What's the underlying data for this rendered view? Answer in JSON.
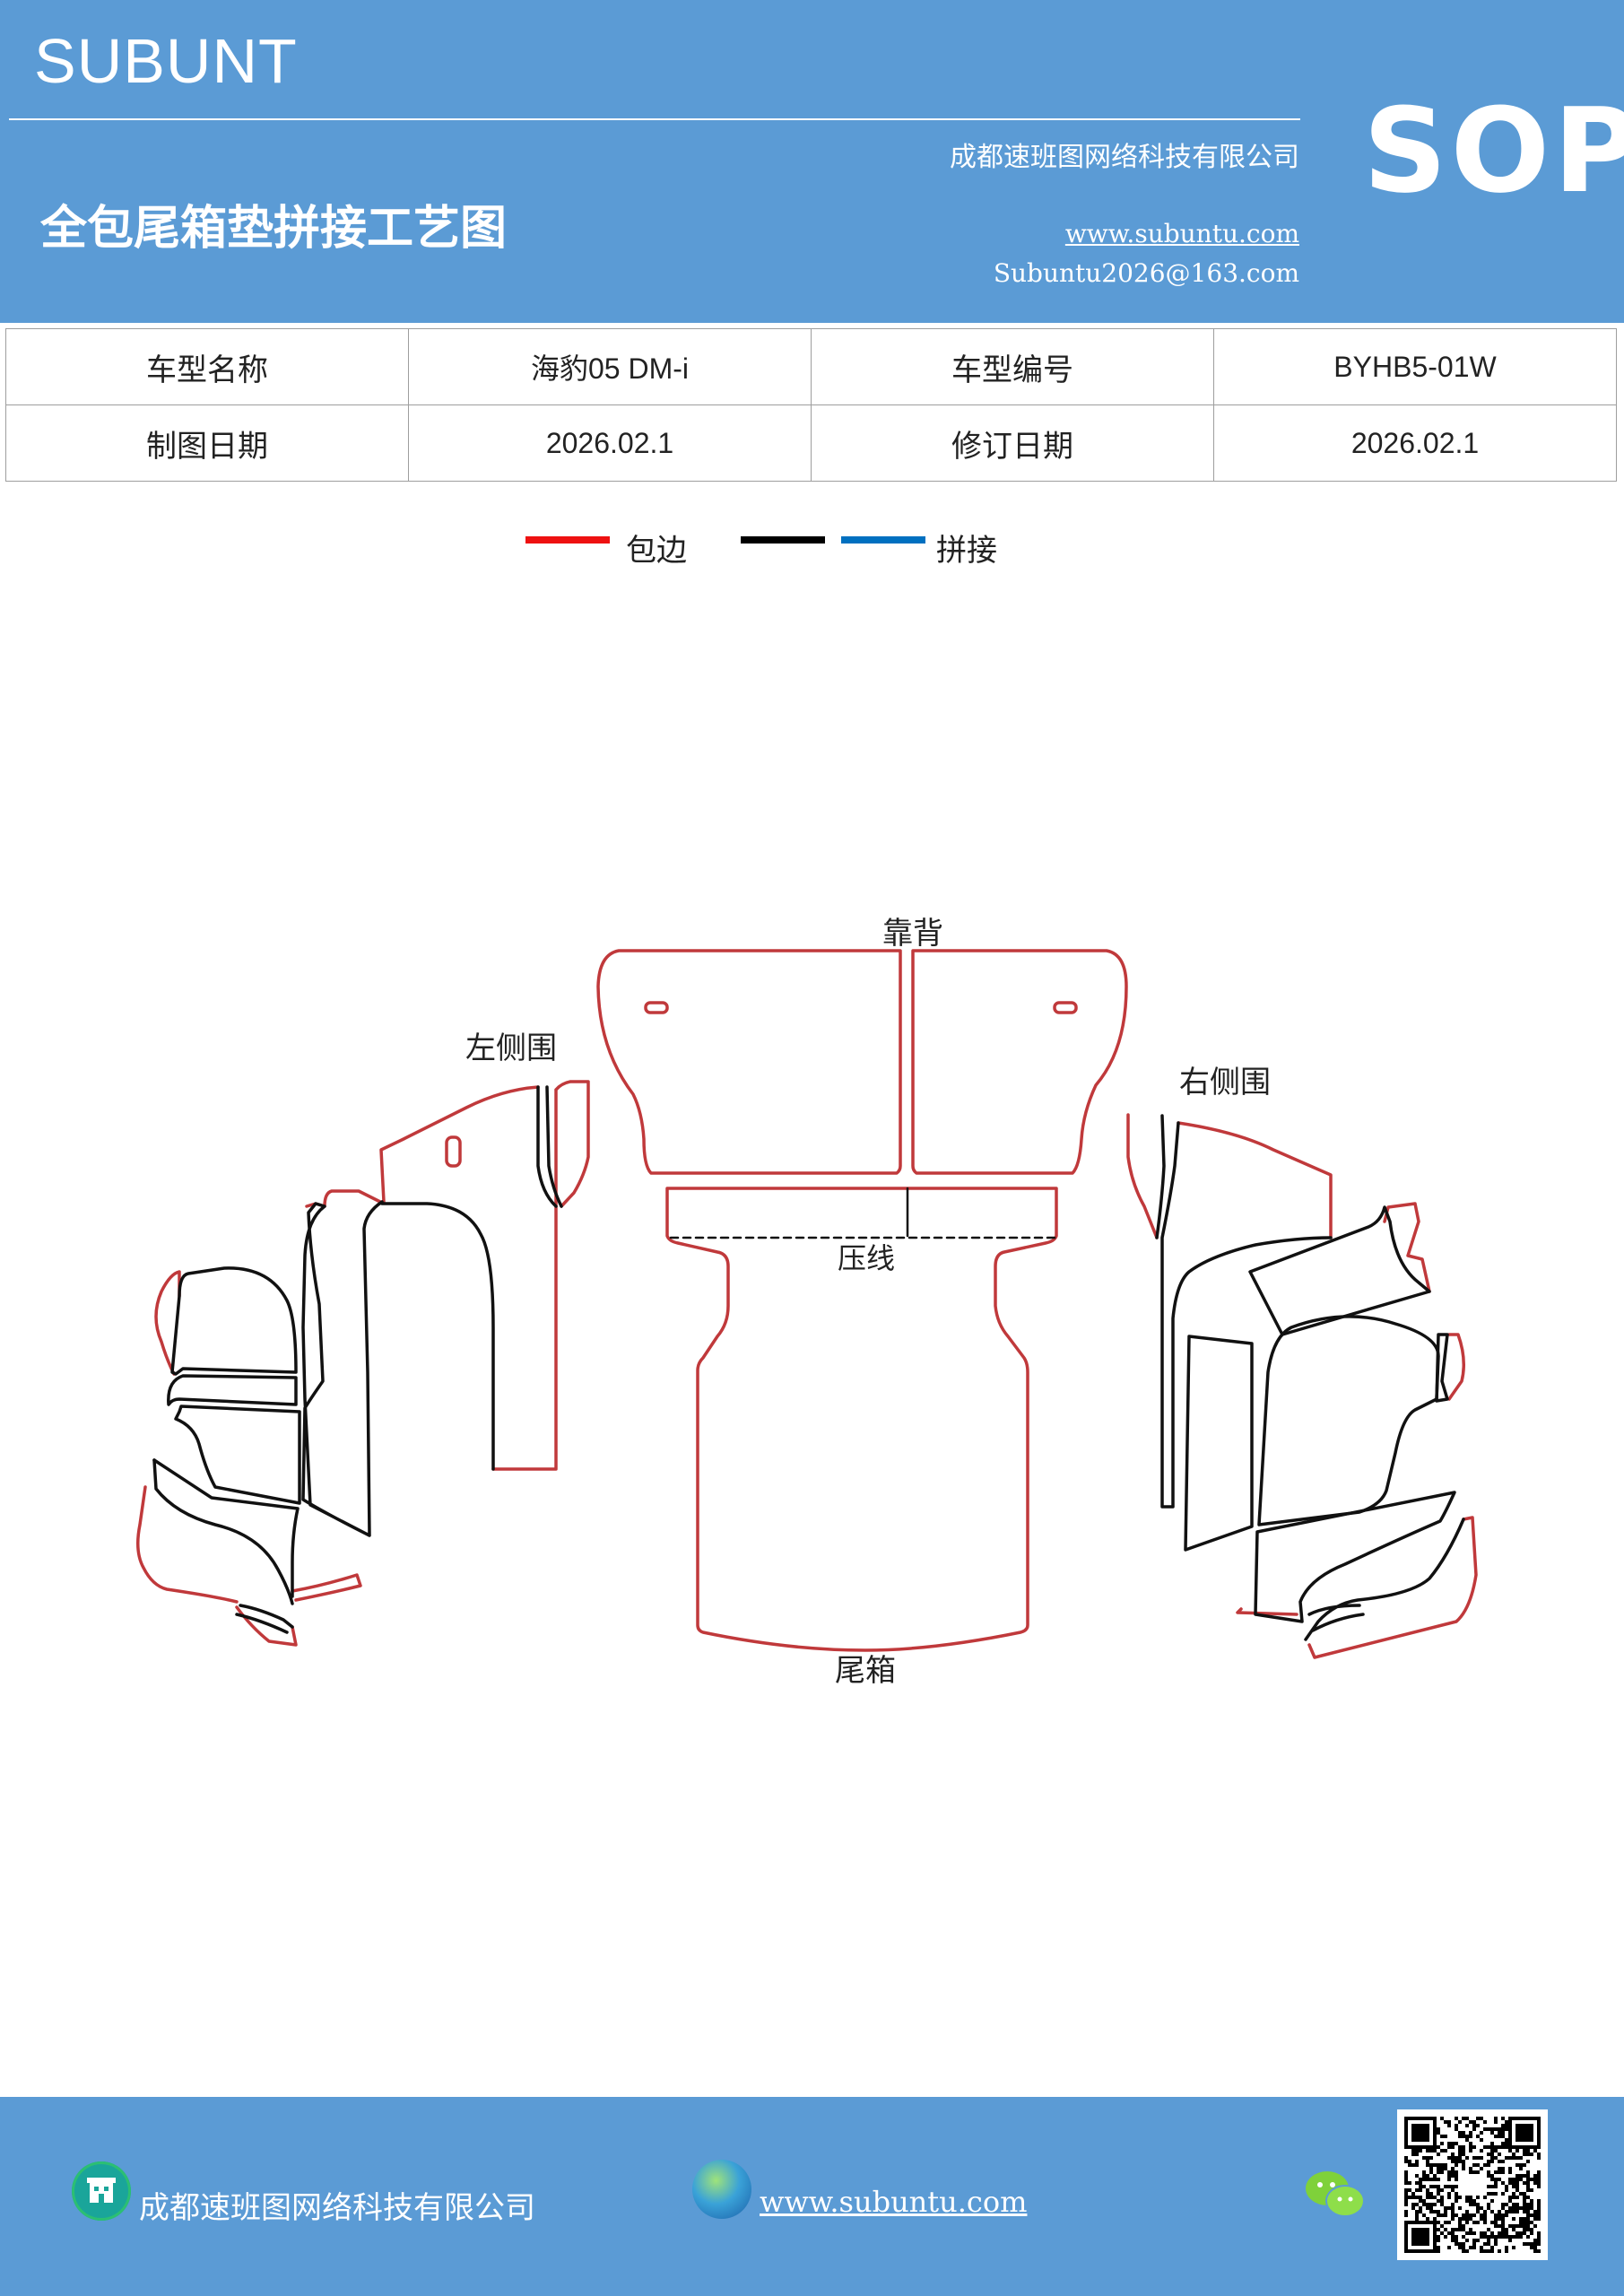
{
  "header": {
    "brand": "SUBUNT",
    "company": "成都速班图网络科技有限公司",
    "title": "全包尾箱垫拼接工艺图",
    "website": "www.subuntu.com",
    "email": "Subuntu2026@163.com",
    "badge": "SOP"
  },
  "info_table": {
    "rows": [
      [
        "车型名称",
        "海豹05  DM-i",
        "车型编号",
        "BYHB5-01W"
      ],
      [
        "制图日期",
        "2026.02.1",
        "修订日期",
        "2026.02.1"
      ]
    ]
  },
  "legend": {
    "items": [
      {
        "label": "包边",
        "color": "#ee1111"
      },
      {
        "label": "",
        "color": "#000000"
      },
      {
        "label": "拼接",
        "color": "#0070c0"
      }
    ]
  },
  "diagram": {
    "labels": {
      "backrest": "靠背",
      "left_side": "左侧围",
      "right_side": "右侧围",
      "crease": "压线",
      "trunk": "尾箱"
    },
    "colors": {
      "edge": "#c0393b",
      "seam": "#111111"
    }
  },
  "footer": {
    "company": "成都速班图网络科技有限公司",
    "website": "www.subuntu.com "
  }
}
